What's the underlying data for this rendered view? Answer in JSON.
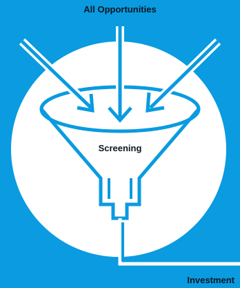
{
  "labels": {
    "top": "All Opportunities",
    "center": "Screening",
    "bottom": "Investment"
  },
  "colors": {
    "background": "#0a9be0",
    "circle": "#ffffff",
    "stroke": "#0a9be0",
    "text": "#0b1620"
  },
  "icons": {
    "funnel": "funnel-icon",
    "arrows": "down-arrow-icon"
  }
}
